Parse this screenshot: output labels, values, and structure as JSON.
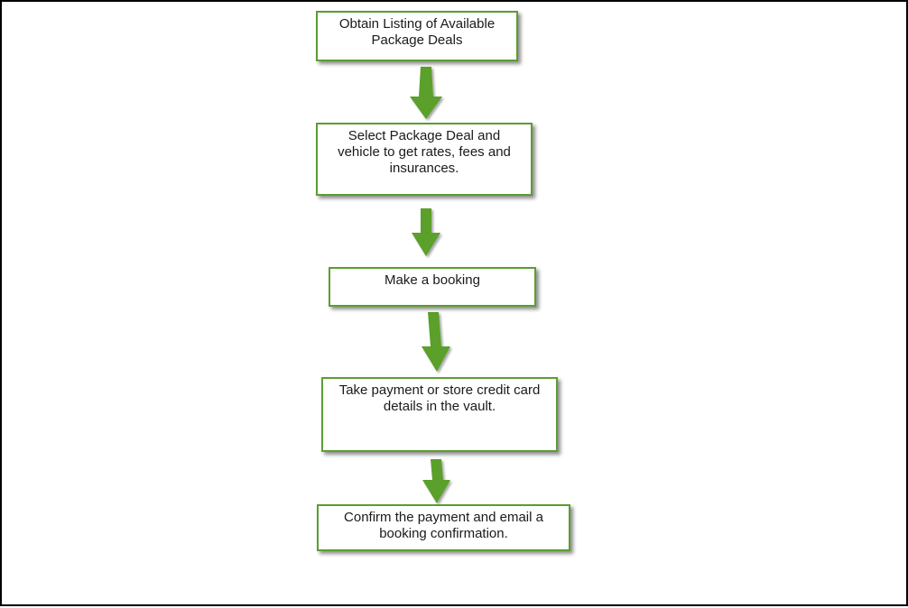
{
  "colors": {
    "box_border": "#5a9e2f",
    "arrow": "#5aa02c",
    "frame_border": "#000000",
    "text": "#1a1a1a"
  },
  "steps": [
    {
      "text": "Obtain Listing of Available Package Deals"
    },
    {
      "text": "Select Package Deal and vehicle to get rates, fees and insurances."
    },
    {
      "text": "Make a booking"
    },
    {
      "text": "Take payment or store credit card details in the vault."
    },
    {
      "text": "Confirm the payment and email a booking confirmation."
    }
  ]
}
